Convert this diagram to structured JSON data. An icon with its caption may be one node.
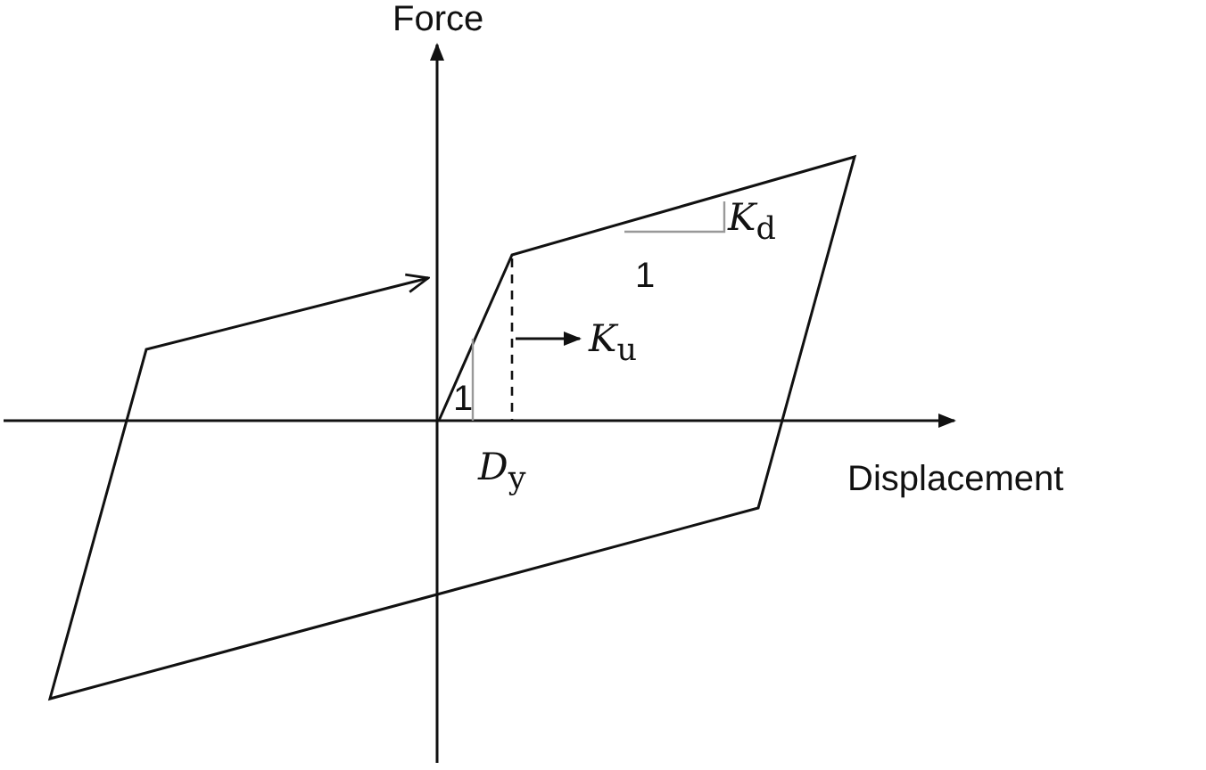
{
  "diagram": {
    "labels": [
      "Force",
      "*K*$_{d}$",
      "1",
      "*K*$_{u}$",
      "1",
      "*D*$_{y}$",
      "Displacement"
    ]
  }
}
